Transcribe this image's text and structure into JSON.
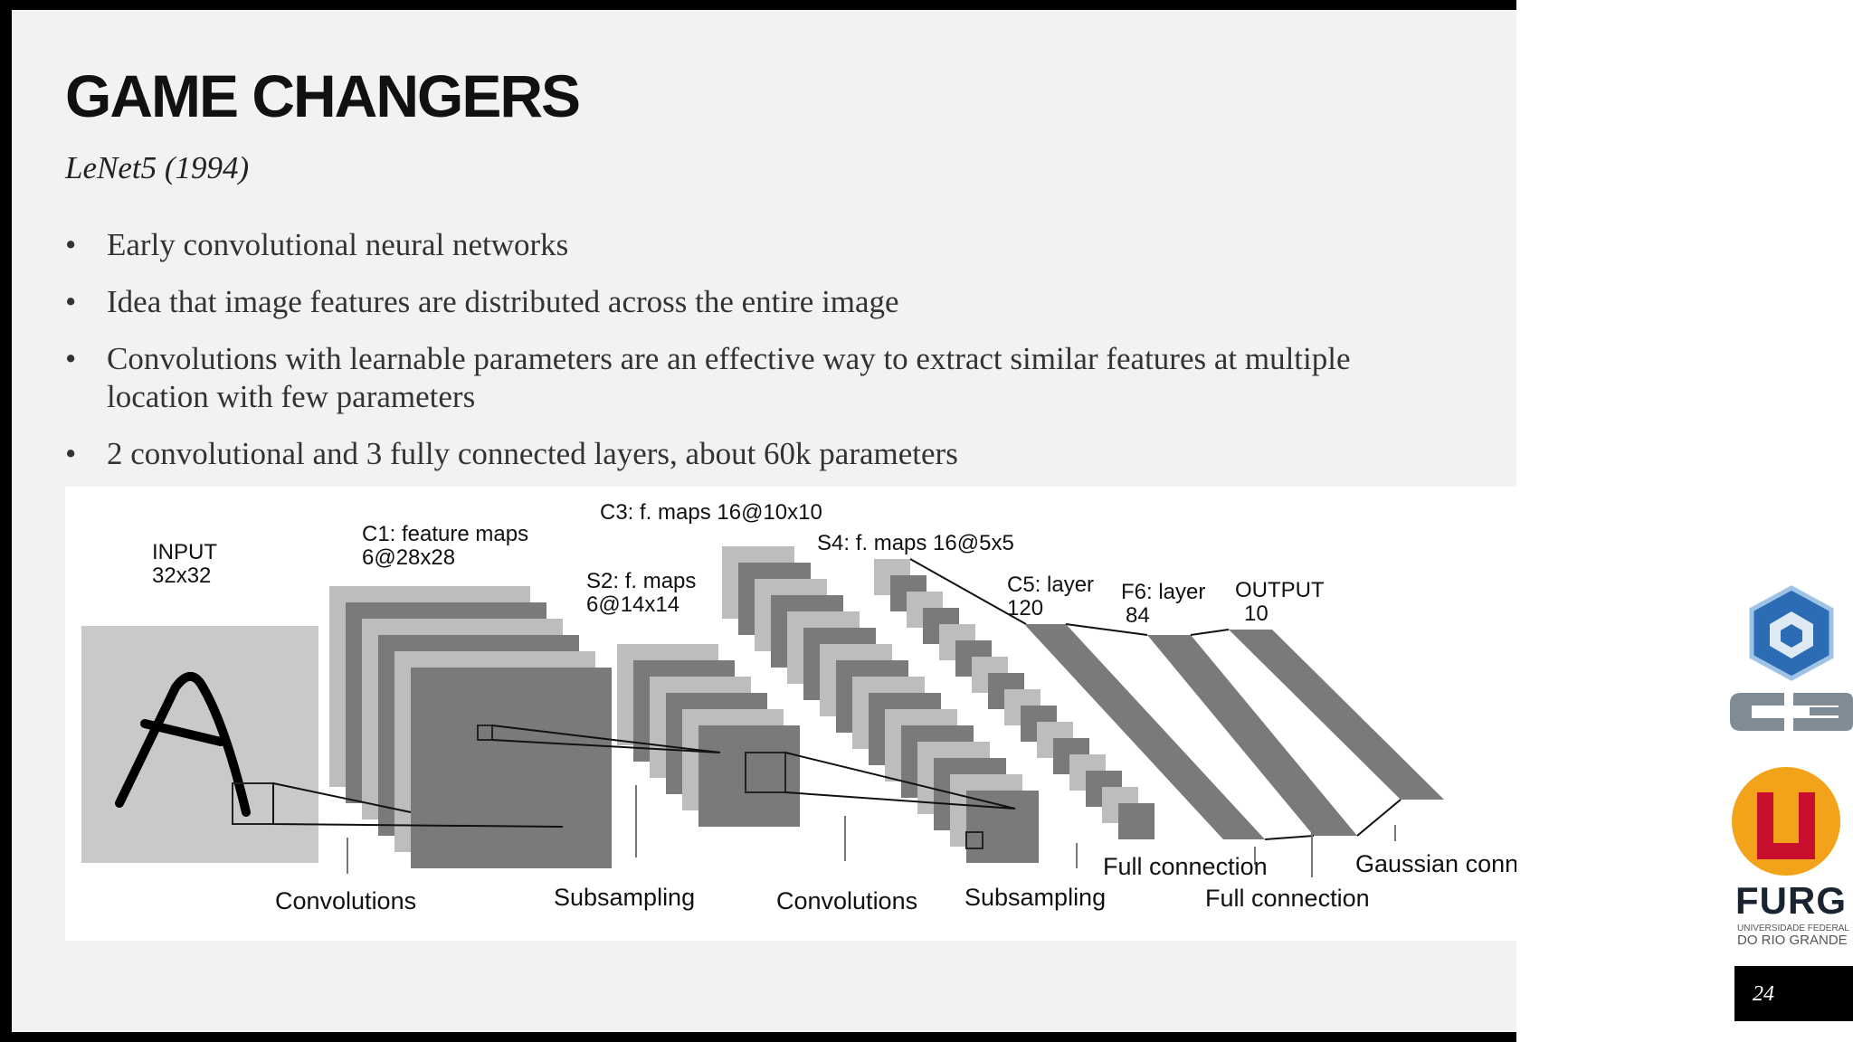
{
  "slide": {
    "title": "GAME CHANGERS",
    "subtitle": "LeNet5 (1994)",
    "bullet_symbol": "•",
    "bullets": [
      "Early convolutional neural networks",
      "Idea that image features are distributed across the entire image",
      "Convolutions with learnable parameters are an effective way to extract similar features at multiple location with few parameters",
      "2 convolutional and 3 fully connected layers, about 60k parameters"
    ],
    "page_number": "24"
  },
  "diagram": {
    "layers": {
      "input": [
        "INPUT",
        "32x32"
      ],
      "c1": [
        "C1: feature maps",
        "6@28x28"
      ],
      "s2": [
        "S2: f. maps",
        "6@14x14"
      ],
      "c3": [
        "C3: f. maps 16@10x10"
      ],
      "s4": [
        "S4: f. maps 16@5x5"
      ],
      "c5": [
        "C5: layer",
        "120"
      ],
      "f6": [
        "F6: layer",
        "84"
      ],
      "output": [
        "OUTPUT",
        "10"
      ]
    },
    "operations": {
      "conv1": "Convolutions",
      "sub1": "Subsampling",
      "conv2": "Convolutions",
      "sub2": "Subsampling",
      "full1": "Full connection",
      "full2": "Full connection",
      "gaussian": "Gaussian connections"
    },
    "colors": {
      "dark_gray": "#7a7a7a",
      "light_gray": "#bdbdbd",
      "input_bg": "#c9c9c9"
    }
  },
  "logos": {
    "c3": "C3",
    "furg": "FURG",
    "furg_line1": "UNIVERSIDADE FEDERAL",
    "furg_line2": "DO RIO GRANDE",
    "colors": {
      "c3_blue": "#2b6cb5",
      "c3_gray": "#7f8b95",
      "furg_red": "#c8102e",
      "furg_orange": "#f2a31a"
    }
  }
}
